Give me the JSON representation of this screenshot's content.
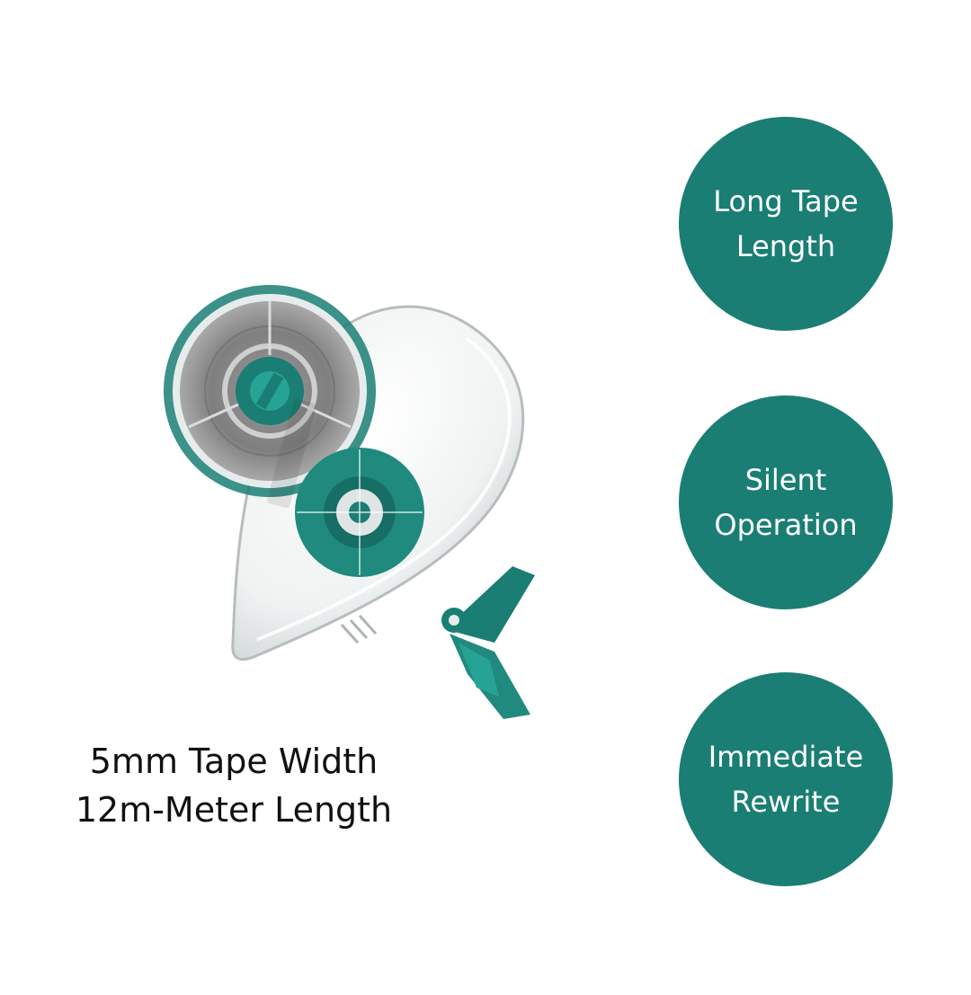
{
  "specs": {
    "line1": "5mm Tape Width",
    "line2": "12m-Meter Length"
  },
  "features": [
    {
      "line1": "Long Tape",
      "line2": "Length"
    },
    {
      "line1": "Silent",
      "line2": "Operation"
    },
    {
      "line1": "Immediate",
      "line2": "Rewrite"
    }
  ],
  "colors": {
    "accent": "#1a7e74",
    "background": "#ffffff",
    "text": "#111111"
  },
  "product_image": "correction-tape-dispenser"
}
